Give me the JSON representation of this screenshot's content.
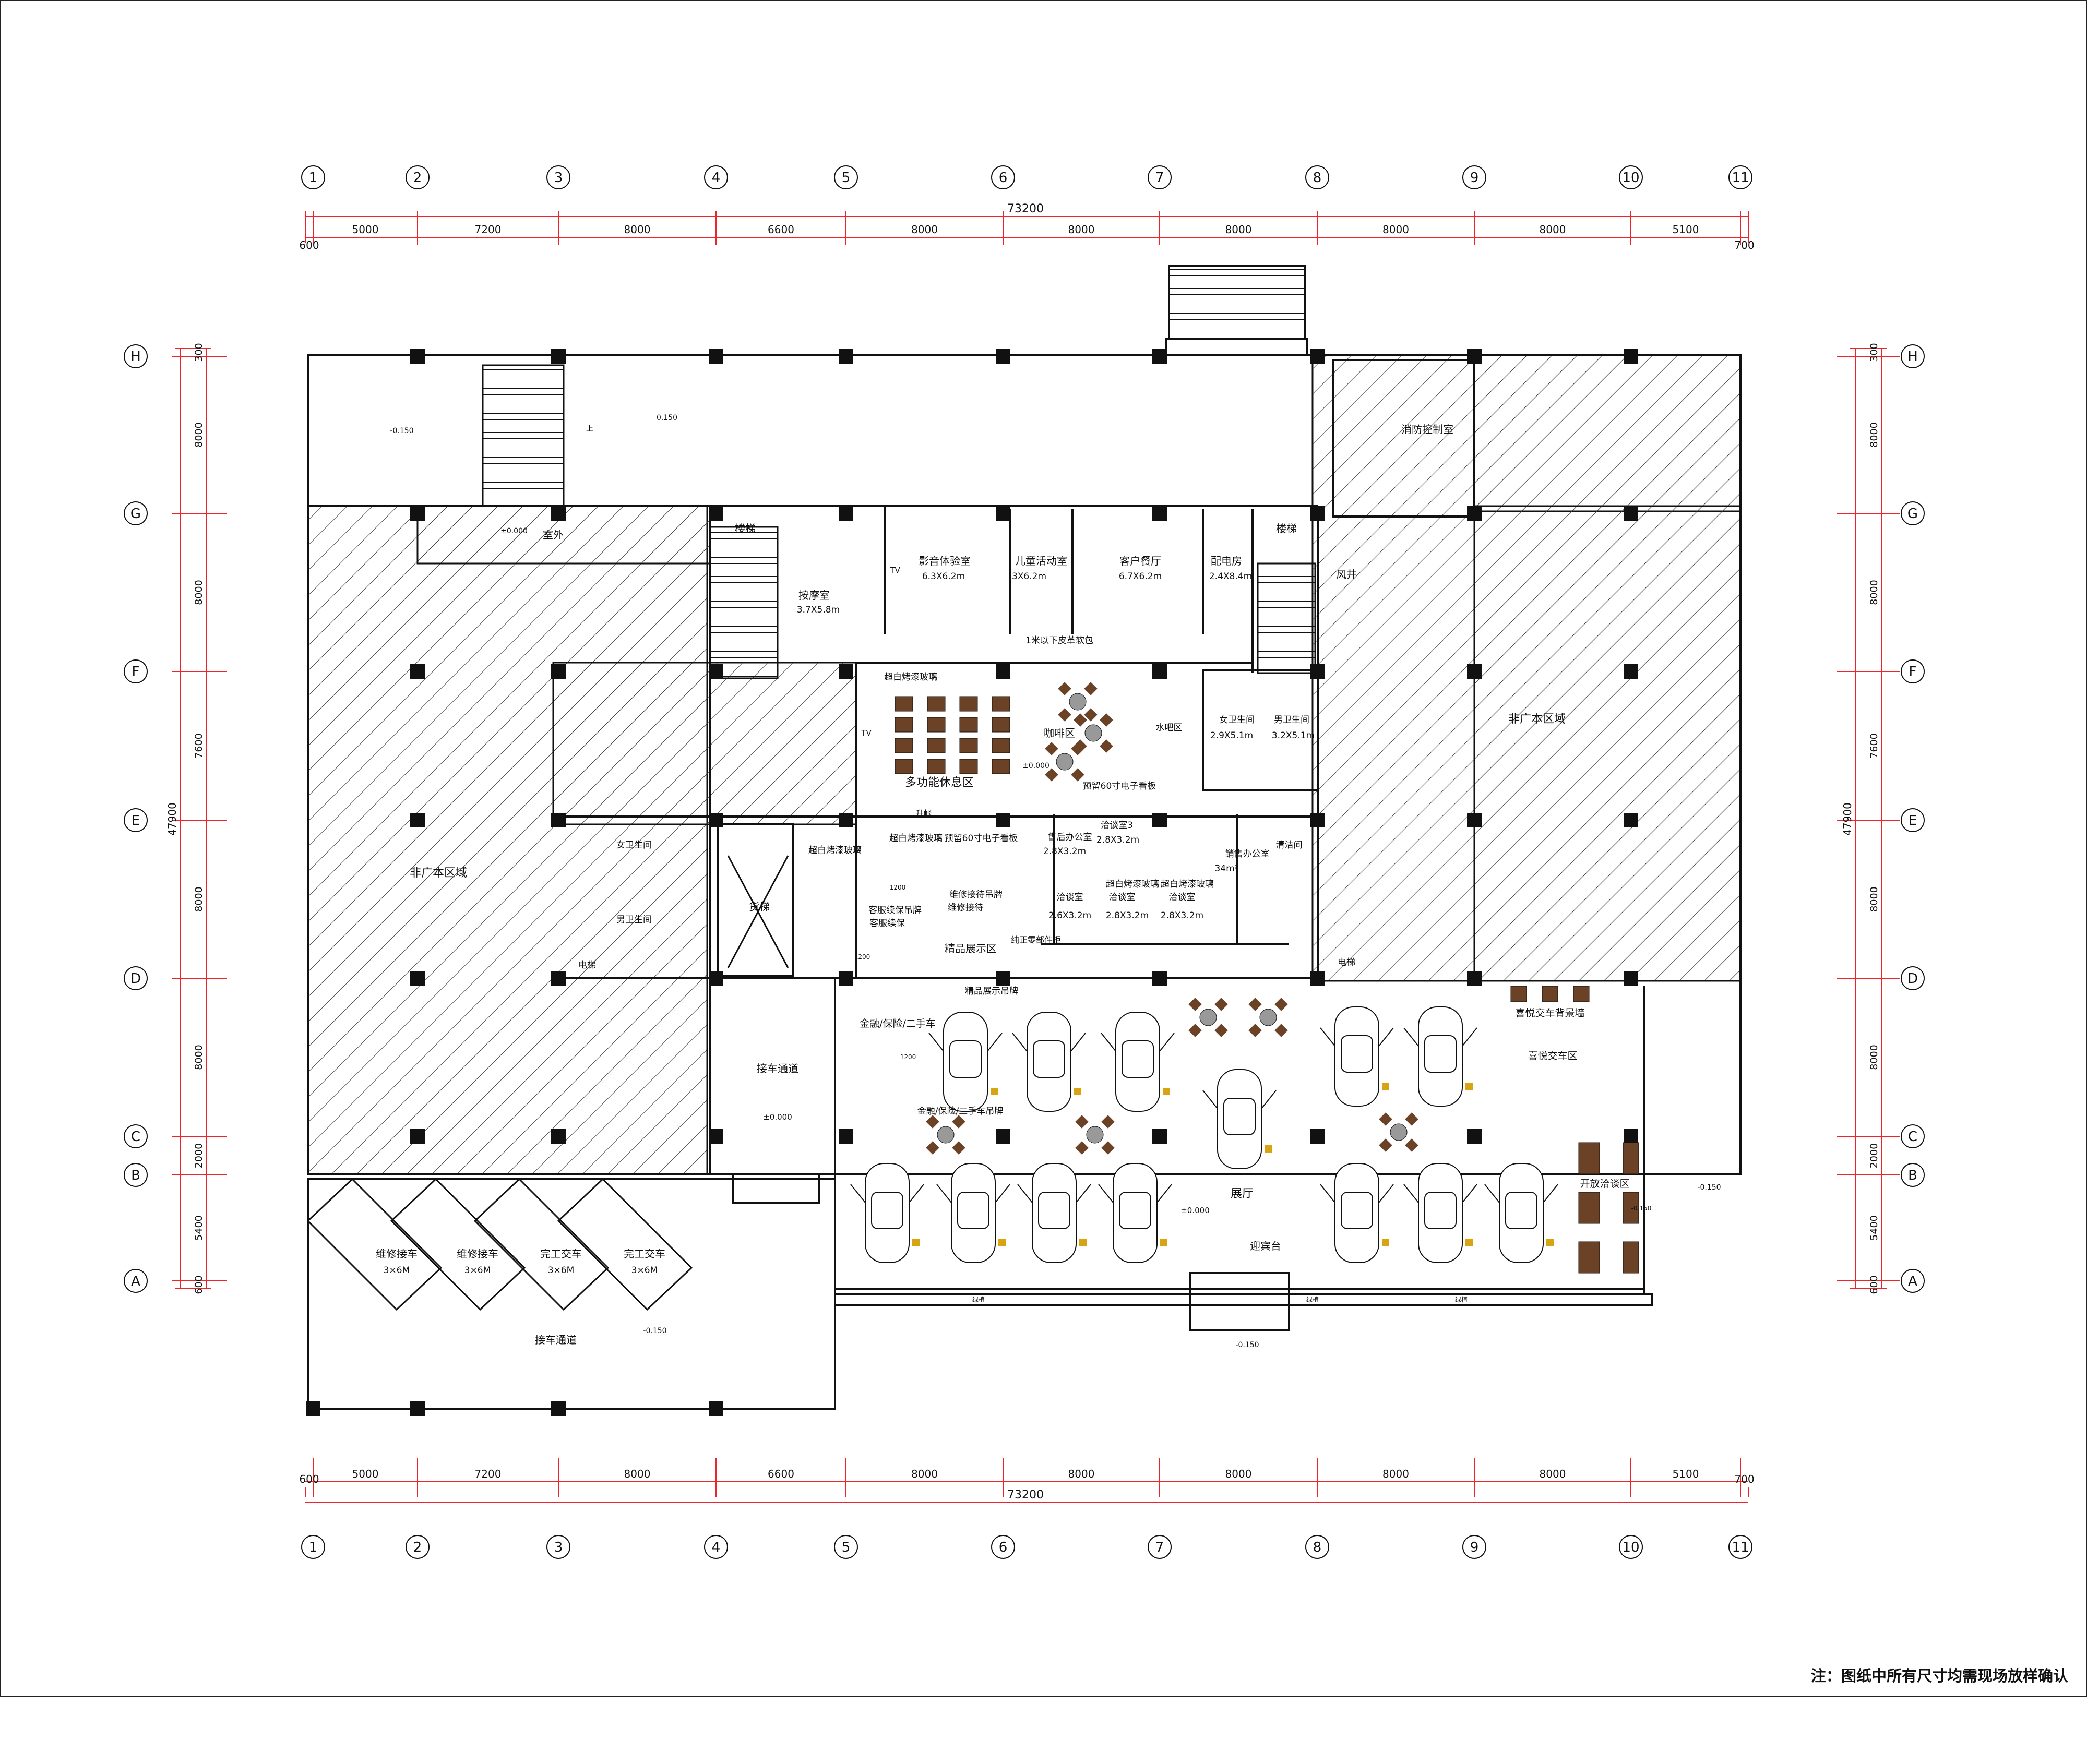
{
  "grid": {
    "columns": [
      "1",
      "2",
      "3",
      "4",
      "5",
      "6",
      "7",
      "8",
      "9",
      "10",
      "11"
    ],
    "rows": [
      "H",
      "G",
      "F",
      "E",
      "D",
      "C",
      "B",
      "A"
    ]
  },
  "dims": {
    "top_total": "73200",
    "top_spans": [
      "600",
      "5000",
      "7200",
      "8000",
      "6600",
      "8000",
      "8000",
      "8000",
      "8000",
      "8000",
      "5100",
      "700"
    ],
    "bottom_total": "73200",
    "bottom_spans": [
      "600",
      "5000",
      "7200",
      "8000",
      "6600",
      "8000",
      "8000",
      "8000",
      "8000",
      "8000",
      "5100",
      "700"
    ],
    "left_total": "47900",
    "left_spans": [
      "300",
      "8000",
      "8000",
      "7600",
      "8000",
      "8000",
      "2000",
      "5400",
      "600"
    ],
    "right_total": "47900",
    "right_spans": [
      "300",
      "8000",
      "8000",
      "7600",
      "8000",
      "8000",
      "2000",
      "5400",
      "600"
    ]
  },
  "rooms": {
    "left_noncore": "非广本区域",
    "right_noncore": "非广本区域",
    "outdoor": "室外",
    "fire_control": "消防控制室",
    "stairs_left": "楼梯",
    "stairs_right": "楼梯",
    "wind_shaft": "风井",
    "massage": "按摩室",
    "massage_size": "3.7X5.8m",
    "cinema": "影音体验室",
    "cinema_size": "6.3X6.2m",
    "kids": "儿童活动室",
    "kids_size": "3X6.2m",
    "dining": "客户餐厅",
    "dining_size": "6.7X6.2m",
    "power": "配电房",
    "power_size": "2.4X8.4m",
    "soft_wall": "1米以下皮革软包",
    "glass1": "超白烤漆玻璃",
    "lounge": "多功能休息区",
    "cafe": "咖啡区",
    "bar": "水吧区",
    "wc_f1": "女卫生间",
    "wc_f1_size": "2.9X5.1m",
    "wc_m1": "男卫生间",
    "wc_m1_size": "3.2X5.1m",
    "tv_board": "预留60寸电子看板",
    "up": "升帐",
    "glass2": "超白烤漆玻璃",
    "glass3": "超白烤漆玻璃",
    "tv_board2": "预留60寸电子看板",
    "service_sign": "客服续保吊牌",
    "service": "客服续保",
    "reception_sign": "维修接待吊牌",
    "reception": "维修接待",
    "boutique": "精品展示区",
    "boutique_sign": "精品展示吊牌",
    "parts": "纯正零部件柜",
    "aftersale": "售后办公室",
    "aftersale_size": "2.8X3.2m",
    "nego3": "洽谈室3",
    "nego3_size": "2.8X3.2m",
    "sales_office": "销售办公室",
    "sales_size": "34m²",
    "cleaning": "清洁间",
    "nego_a": "洽谈室",
    "nego_a_size": "2.6X3.2m",
    "nego_b": "洽谈室",
    "nego_b_size": "2.8X3.2m",
    "nego_c": "洽谈室",
    "nego_c_size": "2.8X3.2m",
    "glass4": "超白烤漆玻璃",
    "glass5": "超白烤漆玻璃",
    "wc_f2": "女卫生间",
    "wc_m2": "男卫生间",
    "elevator": "货梯",
    "lift": "电梯",
    "lift2": "电梯",
    "finance": "金融/保险/二手车",
    "finance_sign": "金融/保险/二手车吊牌",
    "pickup_channel": "接车通道",
    "pickup_elev": "±0.000",
    "showroom": "展厅",
    "showroom_elev": "±0.000",
    "welcome": "迎宾台",
    "delivery_wall": "喜悦交车背景墙",
    "delivery": "喜悦交车区",
    "open_nego": "开放洽谈区",
    "repair1": "维修接车",
    "repair1_size": "3×6M",
    "repair2": "维修接车",
    "repair2_size": "3×6M",
    "done1": "完工交车",
    "done1_size": "3×6M",
    "done2": "完工交车",
    "done2_size": "3×6M",
    "bottom_channel": "接车通道",
    "elev_neg1": "-0.150",
    "elev_neg2": "-0.150",
    "elev_neg3": "-0.150",
    "elev_neg4": "-0.150",
    "elev_neg5": "-0.150",
    "elev_zero1": "±0.000",
    "elev_zero2": "±0.000",
    "elev_pos": "0.150",
    "up_label": "上",
    "planter": "绿植",
    "planter2": "绿植",
    "planter3": "绿植",
    "tv1": "TV",
    "tv2": "TV",
    "size_1200a": "1200",
    "size_1200b": "1200",
    "size_1200c": "1200"
  },
  "note": "注：图纸中所有尺寸均需现场放样确认",
  "colors": {
    "grid_red": "#e8262b",
    "wall": "#111111",
    "furniture": "#6b4226",
    "hatch": "#444444"
  }
}
